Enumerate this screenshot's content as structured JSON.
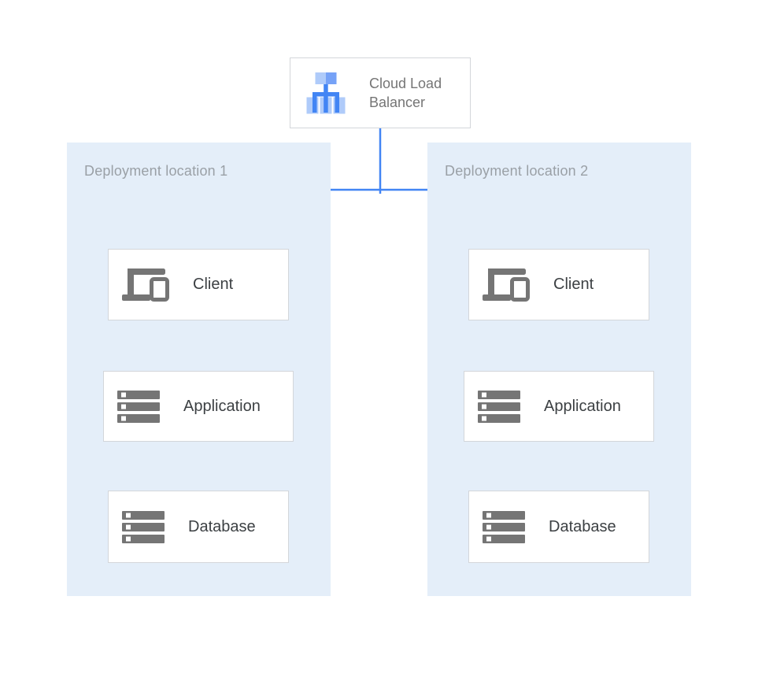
{
  "diagram": {
    "load_balancer": {
      "label": "Cloud Load Balancer",
      "icon": "load-balancer-tree-icon"
    },
    "panels": [
      {
        "title": "Deployment location 1",
        "nodes": [
          {
            "label": "Client",
            "icon": "devices-icon"
          },
          {
            "label": "Application",
            "icon": "server-stack-icon"
          },
          {
            "label": "Database",
            "icon": "server-stack-icon"
          }
        ]
      },
      {
        "title": "Deployment location 2",
        "nodes": [
          {
            "label": "Client",
            "icon": "devices-icon"
          },
          {
            "label": "Application",
            "icon": "server-stack-icon"
          },
          {
            "label": "Database",
            "icon": "server-stack-icon"
          }
        ]
      }
    ],
    "edges": [
      {
        "from": "cloud-load-balancer",
        "to": "client-1"
      },
      {
        "from": "cloud-load-balancer",
        "to": "client-2"
      },
      {
        "from": "client-1",
        "to": "application-1"
      },
      {
        "from": "application-1",
        "to": "database-1"
      },
      {
        "from": "client-2",
        "to": "application-2"
      },
      {
        "from": "application-2",
        "to": "database-2"
      }
    ]
  },
  "colors": {
    "connector_blue": "#4285F4",
    "panel_background": "#E4EEF9",
    "panel_title_gray": "#9AA0A6",
    "node_border": "#D3D6DA",
    "node_background": "#FFFFFF",
    "node_label": "#3C4043",
    "lb_label_gray": "#757575",
    "icon_gray": "#757575",
    "lb_icon_light": "#AFCBFA",
    "lb_icon_medium": "#76A2F7",
    "canvas_background": "#FFFFFF"
  }
}
